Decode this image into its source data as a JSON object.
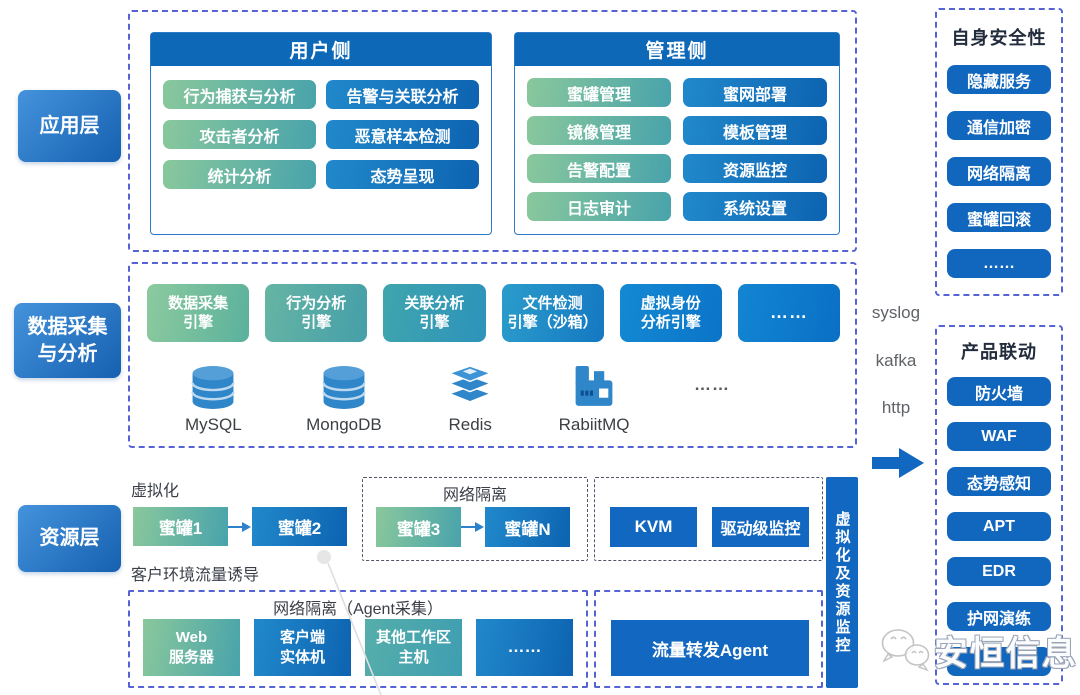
{
  "left_layers": [
    {
      "label": "应用层"
    },
    {
      "line1": "数据采集",
      "line2": "与分析"
    },
    {
      "label": "资源层"
    }
  ],
  "application_layer": {
    "user_side": {
      "title": "用户侧",
      "buttons": [
        {
          "label": "行为捕获与分析",
          "style": "green"
        },
        {
          "label": "告警与关联分析",
          "style": "blue"
        },
        {
          "label": "攻击者分析",
          "style": "green"
        },
        {
          "label": "恶意样本检测",
          "style": "blue"
        },
        {
          "label": "统计分析",
          "style": "green"
        },
        {
          "label": "态势呈现",
          "style": "blue"
        }
      ]
    },
    "management_side": {
      "title": "管理侧",
      "buttons": [
        {
          "label": "蜜罐管理",
          "style": "green"
        },
        {
          "label": "蜜网部署",
          "style": "blue"
        },
        {
          "label": "镜像管理",
          "style": "green"
        },
        {
          "label": "模板管理",
          "style": "blue"
        },
        {
          "label": "告警配置",
          "style": "green"
        },
        {
          "label": "资源监控",
          "style": "blue"
        },
        {
          "label": "日志审计",
          "style": "green"
        },
        {
          "label": "系统设置",
          "style": "blue"
        }
      ]
    }
  },
  "analysis_layer": {
    "engines": [
      {
        "line1": "数据采集",
        "line2": "引擎"
      },
      {
        "line1": "行为分析",
        "line2": "引擎"
      },
      {
        "line1": "关联分析",
        "line2": "引擎"
      },
      {
        "line1": "文件检测",
        "line2": "引擎（沙箱）"
      },
      {
        "line1": "虚拟身份",
        "line2": "分析引擎"
      },
      {
        "line1": "……",
        "line2": ""
      }
    ],
    "databases": [
      {
        "name": "MySQL",
        "icon": "database-cylinder-icon"
      },
      {
        "name": "MongoDB",
        "icon": "database-cylinder-icon"
      },
      {
        "name": "Redis",
        "icon": "redis-stack-icon"
      },
      {
        "name": "RabiitMQ",
        "icon": "rabbitmq-icon"
      }
    ],
    "more_label": "……"
  },
  "protocols": {
    "items": [
      "syslog",
      "kafka",
      "http"
    ]
  },
  "self_security": {
    "title": "自身安全性",
    "items": [
      "隐藏服务",
      "通信加密",
      "网络隔离",
      "蜜罐回滚",
      "……"
    ]
  },
  "product_linkage": {
    "title": "产品联动",
    "items": [
      "防火墙",
      "WAF",
      "态势感知",
      "APT",
      "EDR",
      "护网演练",
      ""
    ]
  },
  "resource_layer": {
    "virtualization_label": "虚拟化",
    "honeypot1": "蜜罐1",
    "honeypot2": "蜜罐2",
    "network_isolation": {
      "title": "网络隔离",
      "honeypot3": "蜜罐3",
      "honeypotN": "蜜罐N"
    },
    "kvm_group": {
      "kvm": "KVM",
      "driver_monitor": "驱动级监控"
    },
    "traffic_induction_label": "客户环境流量诱导",
    "agent_group": {
      "title": "网络隔离（Agent采集）",
      "blocks": [
        {
          "line1": "Web",
          "line2": "服务器",
          "style": "green"
        },
        {
          "line1": "客户端",
          "line2": "实体机",
          "style": "blue"
        },
        {
          "line1": "其他工作区",
          "line2": "主机",
          "style": "teal"
        },
        {
          "line1": "……",
          "line2": "",
          "style": "blue"
        }
      ]
    },
    "traffic_agent": "流量转发Agent",
    "vertical_bar": "虚拟化及资源监控"
  },
  "watermark": {
    "brand": "安恒信息",
    "icon": "wechat-icon"
  },
  "colors": {
    "primary_blue": "#1268c0",
    "header_blue": "#0d68b8",
    "green_gradient_start": "#8ac89c",
    "green_gradient_end": "#48a3ab",
    "blue_gradient_start": "#2189cb",
    "blue_gradient_end": "#0d63b1",
    "teal_gradient_start": "#55aeaa",
    "teal_gradient_end": "#3f9eb1",
    "dashed_border_blue": "#5563d4",
    "dashed_border_gray": "#50556a",
    "protocol_text": "#5f6368",
    "label_text": "#3a3f47"
  }
}
